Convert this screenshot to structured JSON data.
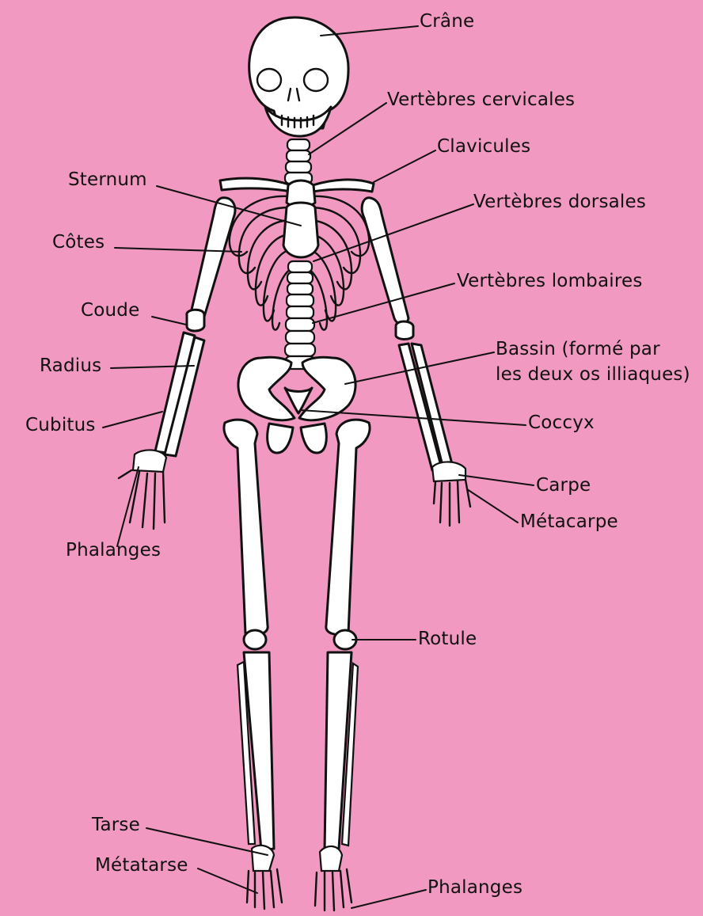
{
  "colors": {
    "background": "#f199c0",
    "bone": "#ffffff",
    "outline": "#111111"
  },
  "labels": {
    "crane": "Crâne",
    "vertebres_cervicales": "Vertèbres cervicales",
    "clavicules": "Clavicules",
    "sternum": "Sternum",
    "vertebres_dorsales": "Vertèbres dorsales",
    "cotes": "Côtes",
    "vertebres_lombaires": "Vertèbres lombaires",
    "coude": "Coude",
    "bassin_line1": "Bassin (formé par",
    "bassin_line2": "les deux os illiaques)",
    "radius": "Radius",
    "cubitus": "Cubitus",
    "coccyx": "Coccyx",
    "carpe": "Carpe",
    "metacarpe": "Métacarpe",
    "phalanges_hand": "Phalanges",
    "rotule": "Rotule",
    "tarse": "Tarse",
    "metatarse": "Métatarse",
    "phalanges_foot": "Phalanges"
  }
}
